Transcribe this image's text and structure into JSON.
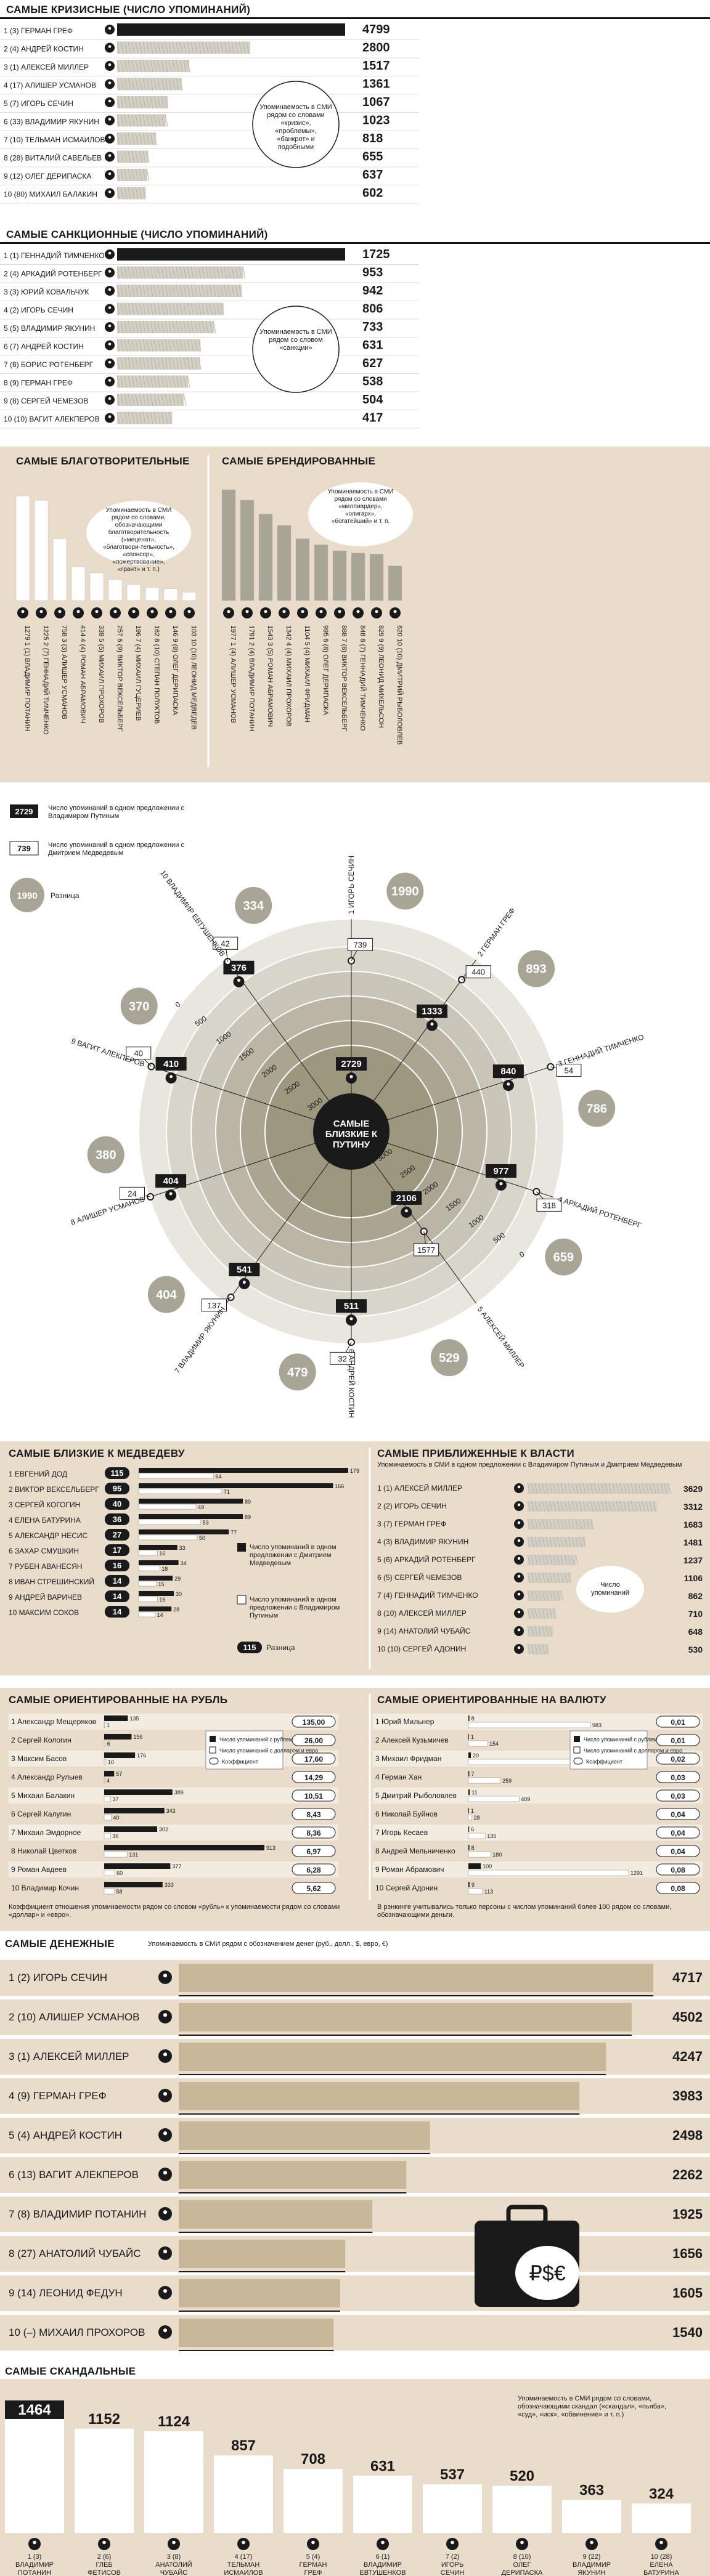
{
  "colors": {
    "beige": "#e9dccb",
    "tan": "#c9b79a",
    "gray": "#a9a596",
    "dark": "#1a1a1a",
    "light": "#f2ece2"
  },
  "crisis": {
    "title": "САМЫЕ КРИЗИСНЫЕ (ЧИСЛО УПОМИНАНИЙ)",
    "note": "Упоминаемость в СМИ рядом со словами «кризис», «проблемы», «банкрот» и подобными",
    "chart_data": {
      "type": "bar",
      "categories": [
        "1 (3) ГЕРМАН ГРЕФ",
        "2 (4) АНДРЕЙ КОСТИН",
        "3 (1) АЛЕКСЕЙ МИЛЛЕР",
        "4 (17) АЛИШЕР УСМАНОВ",
        "5 (7) ИГОРЬ СЕЧИН",
        "6 (33) ВЛАДИМИР ЯКУНИН",
        "7 (10) ТЕЛЬМАН ИСМАИЛОВ",
        "8 (28) ВИТАЛИЙ САВЕЛЬЕВ",
        "9 (12) ОЛЕГ ДЕРИПАСКА",
        "10 (80) МИХАИЛ БАЛАКИН"
      ],
      "values": [
        4799,
        2800,
        1517,
        1361,
        1067,
        1023,
        818,
        655,
        637,
        602
      ]
    }
  },
  "sanctions": {
    "title": "САМЫЕ САНКЦИОННЫЕ (ЧИСЛО УПОМИНАНИЙ)",
    "note": "Упоминаемость в СМИ рядом со словом «санкции»",
    "chart_data": {
      "type": "bar",
      "categories": [
        "1 (1) ГЕННАДИЙ ТИМЧЕНКО",
        "2 (4) АРКАДИЙ РОТЕНБЕРГ",
        "3 (3) ЮРИЙ КОВАЛЬЧУК",
        "4 (2) ИГОРЬ СЕЧИН",
        "5 (5) ВЛАДИМИР ЯКУНИН",
        "6 (7) АНДРЕЙ КОСТИН",
        "7 (6) БОРИС РОТЕНБЕРГ",
        "8 (9) ГЕРМАН ГРЕФ",
        "9 (8) СЕРГЕЙ ЧЕМЕЗОВ",
        "10 (10) ВАГИТ АЛЕКПЕРОВ"
      ],
      "values": [
        1725,
        953,
        942,
        806,
        733,
        631,
        627,
        538,
        504,
        417
      ]
    }
  },
  "charity": {
    "title": "САМЫЕ БЛАГОТВОРИТЕЛЬНЫЕ",
    "note": "Упоминаемость в СМИ рядом со словами, обозначающими благотворительность («меценат», «благотвори-тельность», «спонсор», «пожертвование», «грант» и т. п.)",
    "chart_data": {
      "type": "bar",
      "categories": [
        "1 (1) ВЛАДИМИР ПОТАНИН",
        "2 (7) ГЕННАДИЙ ТИМЧЕНКО",
        "3 (3) АЛИШЕР УСМАНОВ",
        "4 (4) РОМАН АБРАМОВИЧ",
        "5 (5) МИХАИЛ ПРОХОРОВ",
        "6 (9) ВИКТОР ВЕКСЕЛЬБЕРГ",
        "7 (4) МИХАИЛ ГУЦЕРИЕВ",
        "8 (10) СТЕПАН ПОЛУКТОВ",
        "9 (8) ОЛЕГ ДЕРИПАСКА",
        "10 (10) ЛЕОНИД МЕДВЕДЕВ"
      ],
      "values": [
        1279,
        1225,
        758,
        414,
        339,
        257,
        196,
        162,
        146,
        103
      ]
    }
  },
  "brand": {
    "title": "САМЫЕ БРЕНДИРОВАННЫЕ",
    "note": "Упоминаемость в СМИ рядом со словами «миллиардер», «олигарх», «богатейший» и т. п.",
    "chart_data": {
      "type": "bar",
      "categories": [
        "1 (4) АЛИШЕР УСМАНОВ",
        "2 (4) ВЛАДИМИР ПОТАНИН",
        "3 (5) РОМАН АБРАМОВИЧ",
        "4 (4) МИХАИЛ ПРОХОРОВ",
        "5 (4) МИХАИЛ ФРИДМАН",
        "6 (8) ОЛЕГ ДЕРИПАСКА",
        "7 (8) ВИКТОР ВЕКСЕЛЬБЕРГ",
        "8 (7) ГЕННАДИЙ ТИМЧЕНКО",
        "9 (9) ЛЕОНИД МИХЕЛЬСОН",
        "10 (10) ДМИТРИЙ РЫБОЛОВЛЕВ"
      ],
      "values": [
        1977,
        1791,
        1543,
        1342,
        1104,
        995,
        888,
        848,
        829,
        620
      ]
    }
  },
  "putin": {
    "legend_putin_value": "2729",
    "legend_putin": "Число упоминаний в одном предложении с Владимиром Путиным",
    "legend_medv_value": "739",
    "legend_medv": "Число упоминаний в одном предложении с Дмитрием Медведевым",
    "legend_diff_value": "1990",
    "legend_diff": "Разница",
    "center": "САМЫЕ БЛИЗКИЕ К ПУТИНУ",
    "scale": [
      "0",
      "500",
      "1000",
      "1500",
      "2000",
      "2500",
      "3000"
    ],
    "chart_data": {
      "type": "scatter",
      "people": [
        {
          "name": "1 ИГОРЬ СЕЧИН",
          "putin": 2729,
          "medvedev": 739,
          "diff": 1990
        },
        {
          "name": "2 ГЕРМАН ГРЕФ",
          "putin": 1333,
          "medvedev": 440,
          "diff": 893
        },
        {
          "name": "3 ГЕННАДИЙ ТИМЧЕНКО",
          "putin": 840,
          "medvedev": 54,
          "diff": 786
        },
        {
          "name": "4 АРКАДИЙ РОТЕНБЕРГ",
          "putin": 977,
          "medvedev": 318,
          "diff": 659
        },
        {
          "name": "5 АЛЕКСЕЙ МИЛЛЕР",
          "putin": 2106,
          "medvedev": 1577,
          "diff": 529
        },
        {
          "name": "6 АНДРЕЙ КОСТИН",
          "putin": 511,
          "medvedev": 32,
          "diff": 479
        },
        {
          "name": "7 ВЛАДИМИР ЯКУНИН",
          "putin": 541,
          "medvedev": 137,
          "diff": 404
        },
        {
          "name": "8 АЛИШЕР УСМАНОВ",
          "putin": 404,
          "medvedev": 24,
          "diff": 380
        },
        {
          "name": "9 ВАГИТ АЛЕКПЕРОВ",
          "putin": 410,
          "medvedev": 40,
          "diff": 370
        },
        {
          "name": "10 ВЛАДИМИР ЕВТУШЕНКОВ",
          "putin": 376,
          "medvedev": 42,
          "diff": 334
        }
      ]
    }
  },
  "medvedev": {
    "title": "САМЫЕ БЛИЗКИЕ К МЕДВЕДЕВУ",
    "legend_med": "Число упоминаний в одном предложении с Дмитрием Медведевым",
    "legend_put": "Число упоминаний в одном предложении с Владимиром Путиным",
    "legend_diff_value": "115",
    "legend_diff": "Разница",
    "chart_data": {
      "type": "bar",
      "rows": [
        {
          "name": "1 ЕВГЕНИЙ ДОД",
          "diff": 115,
          "med": 179,
          "put": 64
        },
        {
          "name": "2 ВИКТОР ВЕКСЕЛЬБЕРГ",
          "diff": 95,
          "med": 166,
          "put": 71
        },
        {
          "name": "3 СЕРГЕЙ КОГОГИН",
          "diff": 40,
          "med": 89,
          "put": 49
        },
        {
          "name": "4 ЕЛЕНА БАТУРИНА",
          "diff": 36,
          "med": 89,
          "put": 53
        },
        {
          "name": "5 АЛЕКСАНДР НЕСИС",
          "diff": 27,
          "med": 77,
          "put": 50
        },
        {
          "name": "6 ЗАХАР СМУШКИН",
          "diff": 17,
          "med": 33,
          "put": 16
        },
        {
          "name": "7 РУБЕН АВАНЕСЯН",
          "diff": 16,
          "med": 34,
          "put": 18
        },
        {
          "name": "8 ИВАН СТРЕШИНСКИЙ",
          "diff": 14,
          "med": 29,
          "put": 15
        },
        {
          "name": "9 АНДРЕЙ ВАРИЧЕВ",
          "diff": 14,
          "med": 30,
          "put": 16
        },
        {
          "name": "10 МАКСИМ СОКОВ",
          "diff": 14,
          "med": 28,
          "put": 14
        }
      ]
    }
  },
  "power": {
    "title": "САМЫЕ ПРИБЛИЖЕННЫЕ К ВЛАСТИ",
    "subtitle": "Упоминаемость в СМИ в одном предложении с Владимиром Путиным и Дмитрием Медведевым",
    "note": "Число упоминаний",
    "chart_data": {
      "type": "bar",
      "categories": [
        "1 (1) АЛЕКСЕЙ МИЛЛЕР",
        "2 (2) ИГОРЬ СЕЧИН",
        "3 (7) ГЕРМАН ГРЕФ",
        "4 (3) ВЛАДИМИР ЯКУНИН",
        "5 (6) АРКАДИЙ РОТЕНБЕРГ",
        "6 (5) СЕРГЕЙ ЧЕМЕЗОВ",
        "7 (4) ГЕННАДИЙ ТИМЧЕНКО",
        "8 (10) АЛЕКСЕЙ МИЛЛЕР",
        "9 (14) АНАТОЛИЙ ЧУБАЙС",
        "10 (10) СЕРГЕЙ АДОНИН"
      ],
      "values": [
        3629,
        3312,
        1683,
        1481,
        1237,
        1106,
        862,
        710,
        648,
        530
      ]
    }
  },
  "ruble": {
    "title": "САМЫЕ ОРИЕНТИРОВАННЫЕ НА РУБЛЬ",
    "legend": [
      "Число упоминаний с рублем",
      "Число упоминаний с долларом и евро",
      "Коэффициент"
    ],
    "chart_data": {
      "type": "bar",
      "rows": [
        {
          "name": "1 Александр Мещеряков",
          "rub": 135,
          "usd": 1,
          "k": "135,00"
        },
        {
          "name": "2 Сергей Кологин",
          "rub": 156,
          "usd": 6,
          "k": "26,00"
        },
        {
          "name": "3 Максим Басов",
          "rub": 176,
          "usd": 10,
          "k": "17,60"
        },
        {
          "name": "4 Александр Рулыев",
          "rub": 57,
          "usd": 4,
          "k": "14,29"
        },
        {
          "name": "5 Михаил Балакин",
          "rub": 389,
          "usd": 37,
          "k": "10,51"
        },
        {
          "name": "6 Сергей Калугин",
          "rub": 343,
          "usd": 40,
          "k": "8,43"
        },
        {
          "name": "7 Михаил Эмдорное",
          "rub": 302,
          "usd": 36,
          "k": "8,36"
        },
        {
          "name": "8 Николай Цветков",
          "rub": 913,
          "usd": 131,
          "k": "6,97"
        },
        {
          "name": "9 Роман Авдеев",
          "rub": 377,
          "usd": 60,
          "k": "6,28"
        },
        {
          "name": "10 Владимир Кочин",
          "rub": 333,
          "usd": 58,
          "k": "5,62"
        }
      ]
    },
    "footnote": "Коэффициент отношения упоминаемости рядом со словом «рубль» к упоминаемости рядом со словами «доллар» и «евро»."
  },
  "currency": {
    "title": "САМЫЕ ОРИЕНТИРОВАННЫЕ НА ВАЛЮТУ",
    "legend": [
      "Число упоминаний с рублем",
      "Число упоминаний с долларом и евро",
      "Коэффициент"
    ],
    "chart_data": {
      "type": "bar",
      "rows": [
        {
          "name": "1 Юрий Мильнер",
          "rub": 8,
          "usd": 983,
          "k": "0,01"
        },
        {
          "name": "2 Алексей Кузьмичев",
          "rub": 1,
          "usd": 154,
          "k": "0,01"
        },
        {
          "name": "3 Михаил Фридман",
          "rub": 20,
          "usd": 986,
          "k": "0,02"
        },
        {
          "name": "4 Герман Хан",
          "rub": 7,
          "usd": 259,
          "k": "0,03"
        },
        {
          "name": "5 Дмитрий Рыболовлев",
          "rub": 11,
          "usd": 409,
          "k": "0,03"
        },
        {
          "name": "6 Николай Буйнов",
          "rub": 1,
          "usd": 28,
          "k": "0,04"
        },
        {
          "name": "7 Игорь Кесаев",
          "rub": 6,
          "usd": 135,
          "k": "0,04"
        },
        {
          "name": "8 Андрей Мельниченко",
          "rub": 8,
          "usd": 180,
          "k": "0,04"
        },
        {
          "name": "9 Роман Абрамович",
          "rub": 100,
          "usd": 1291,
          "k": "0,08"
        },
        {
          "name": "10 Сергей Адонин",
          "rub": 9,
          "usd": 113,
          "k": "0,08"
        }
      ]
    },
    "footnote": "В рэнкинге учитывались только персоны с числом упоминаний более 100 рядом со словами, обозначающими деньги."
  },
  "money": {
    "title": "САМЫЕ ДЕНЕЖНЫЕ",
    "subtitle": "Упоминаемость в СМИ рядом с обозначением денег (руб., долл., $, евро, €)",
    "currency_symbols": "₽$€",
    "chart_data": {
      "type": "bar",
      "categories": [
        "1 (2) ИГОРЬ СЕЧИН",
        "2 (10) АЛИШЕР УСМАНОВ",
        "3 (1) АЛЕКСЕЙ МИЛЛЕР",
        "4 (9) ГЕРМАН ГРЕФ",
        "5 (4) АНДРЕЙ КОСТИН",
        "6 (13) ВАГИТ АЛЕКПЕРОВ",
        "7 (8) ВЛАДИМИР ПОТАНИН",
        "8 (27) АНАТОЛИЙ ЧУБАЙС",
        "9 (14) ЛЕОНИД ФЕДУН",
        "10 (–) МИХАИЛ ПРОХОРОВ"
      ],
      "values": [
        4717,
        4502,
        4247,
        3983,
        2498,
        2262,
        1925,
        1656,
        1605,
        1540
      ]
    }
  },
  "scandal": {
    "title": "САМЫЕ СКАНДАЛЬНЫЕ",
    "note": "Упоминаемость в СМИ рядом со словами, обозначающими скандал («скандал», «пьяба», «суд», «иск», «обвинение» и т. п.)",
    "chart_data": {
      "type": "bar",
      "categories": [
        "1 (3) ВЛАДИМИР ПОТАНИН",
        "2 (6) ГЛЕБ ФЕТИСОВ",
        "3 (8) АНАТОЛИЙ ЧУБАЙС",
        "4 (17) ТЕЛЬМАН ИСМАИЛОВ",
        "5 (4) ГЕРМАН ГРЕФ",
        "6 (1) ВЛАДИМИР ЕВТУШЕНКОВ",
        "7 (2) ИГОРЬ СЕЧИН",
        "8 (10) ОЛЕГ ДЕРИПАСКА",
        "9 (22) ВЛАДИМИР ЯКУНИН",
        "10 (28) ЕЛЕНА БАТУРИНА"
      ],
      "values": [
        1464,
        1152,
        1124,
        857,
        708,
        631,
        537,
        520,
        363,
        324
      ]
    }
  }
}
